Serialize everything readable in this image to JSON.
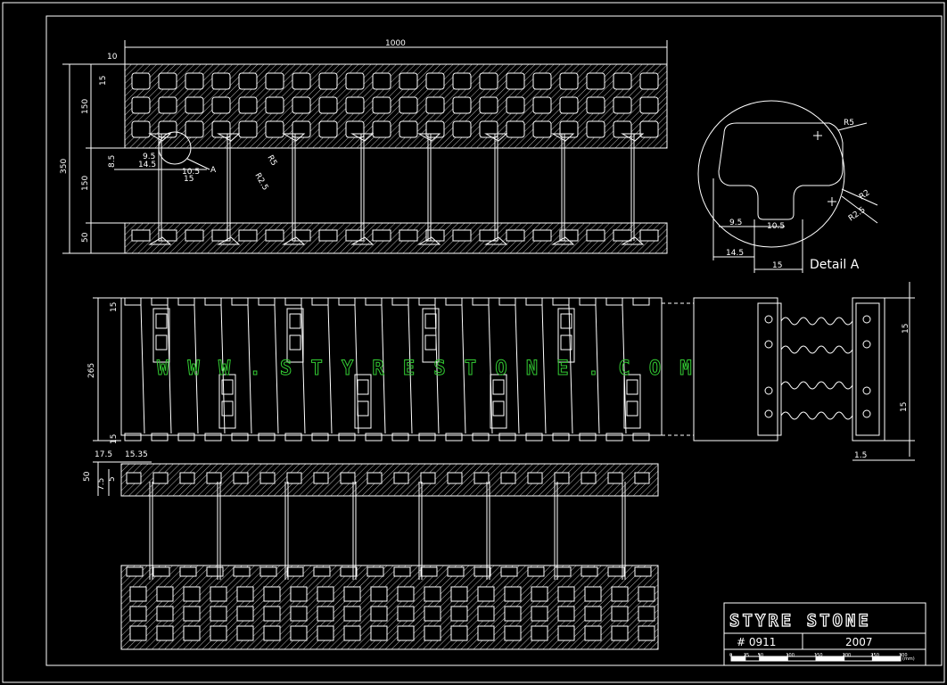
{
  "drawing": {
    "top_view": {
      "width_label": "1000",
      "offset_label": "10",
      "overall_height_label": "350",
      "upper_label": "150",
      "middle_label": "150",
      "lower_label": "50",
      "notch_label": "15",
      "small_label": "8.5",
      "dim_9_5": "9.5",
      "dim_14_5": "14.5",
      "dim_10_5": "10.5",
      "dim_15": "15",
      "detail_marker": "A",
      "r_labels": [
        "R2.5",
        "R5"
      ]
    },
    "detail": {
      "title": "Detail A",
      "r5": "R5",
      "r2": "R2",
      "r2_5": "R2.5",
      "d9_5": "9.5",
      "d10_5": "10.5",
      "d14_5": "14.5",
      "d15": "15"
    },
    "side_view": {
      "height_label": "265",
      "top_label": "15",
      "bottom_label": "15",
      "right_top": "15",
      "right_bottom": "15",
      "right_base": "1.5"
    },
    "front_view": {
      "d17_5": "17.5",
      "d15_35": "15.35",
      "d50": "50",
      "d7_5": "7.5",
      "d5": "5"
    },
    "watermark": "W W W . S T Y R E S T O N E . C O M",
    "title_block": {
      "logo": "STYRE STONE",
      "number": "# 0911",
      "year": "2007",
      "scale_ticks": [
        "0",
        "25",
        "50",
        "100",
        "150",
        "200",
        "250",
        "300"
      ],
      "unit": "(mm)"
    }
  },
  "colors": {
    "background": "#000000",
    "line": "#ffffff",
    "accent": "#33cc33"
  }
}
